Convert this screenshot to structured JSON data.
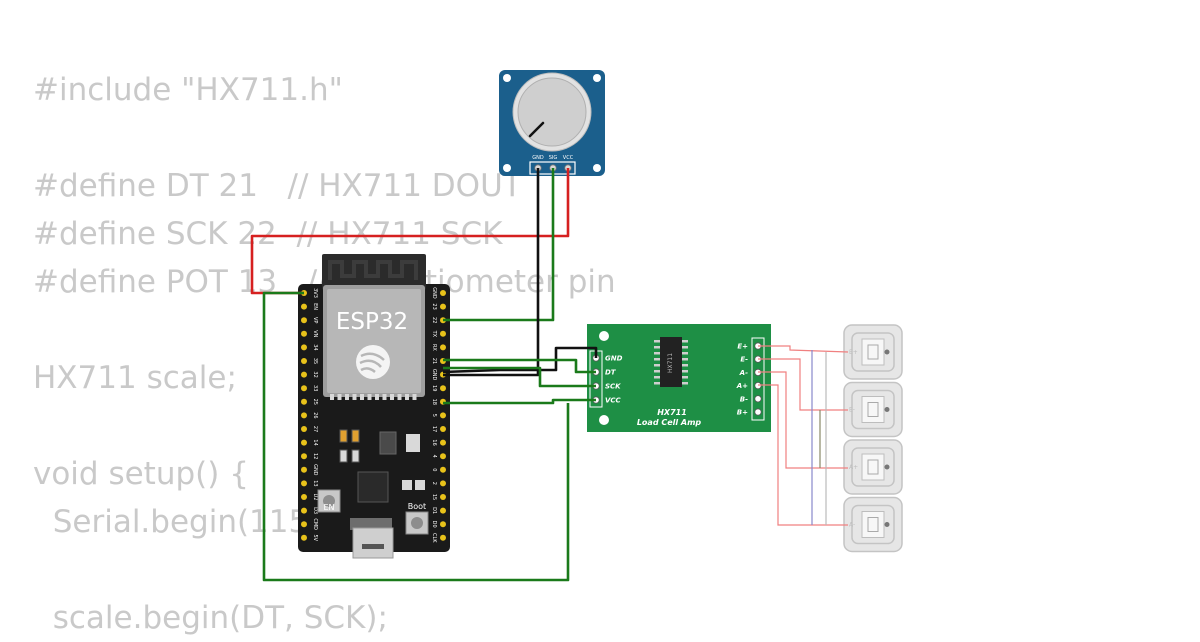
{
  "code_lines": [
    "#include \"HX711.h\"",
    "",
    "#define DT 21   // HX711 DOUT",
    "#define SCK 22  // HX711 SCK",
    "#define POT 13   // Potentiometer pin",
    "",
    "HX711 scale;",
    "",
    "void setup() {",
    "  Serial.begin(115200);",
    "",
    "  scale.begin(DT, SCK);"
  ],
  "potentiometer": {
    "pins": [
      "GND",
      "SIG",
      "VCC"
    ]
  },
  "esp32": {
    "label": "ESP32",
    "en_label": "EN",
    "boot_label": "Boot",
    "left_pins": [
      "3V3",
      "EN",
      "VP",
      "VN",
      "34",
      "35",
      "32",
      "33",
      "25",
      "26",
      "27",
      "14",
      "12",
      "GND",
      "13",
      "D2",
      "D3",
      "CMD",
      "5V"
    ],
    "right_pins": [
      "GND",
      "23",
      "22",
      "TX",
      "RX",
      "21",
      "GND",
      "19",
      "18",
      "5",
      "17",
      "16",
      "4",
      "0",
      "2",
      "15",
      "D1",
      "D0",
      "CLK"
    ]
  },
  "hx711": {
    "title": "HX711",
    "subtitle": "Load Cell Amp",
    "chip_label": "HX711",
    "left_pins": [
      "GND",
      "DT",
      "SCK",
      "VCC"
    ],
    "right_pins": [
      "E+",
      "E-",
      "A-",
      "A+",
      "B-",
      "B+"
    ]
  },
  "load_cells": {
    "labels": [
      "E+",
      "E-",
      "A+",
      "A-"
    ]
  },
  "colors": {
    "wire_red": "#d62020",
    "wire_black": "#111111",
    "wire_green": "#1a7a1a",
    "hx_board": "#1e8f45",
    "pot_board": "#1b5f8c",
    "esp_board": "#1a1a1a",
    "code_text": "#c9c9c9"
  }
}
